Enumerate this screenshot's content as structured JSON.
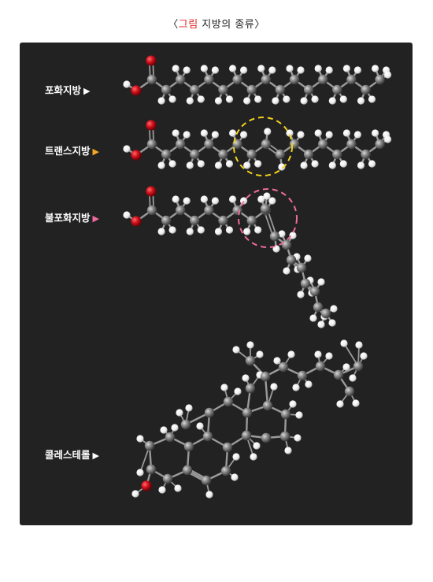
{
  "caption": {
    "open": "〈",
    "highlight": "그림",
    "rest": " 지방의 종류",
    "close": "〉"
  },
  "labels": [
    {
      "text": "포화지방",
      "arrow": "▶",
      "arrow_color": "#ffffff"
    },
    {
      "text": "트랜스지방",
      "arrow": "▶",
      "arrow_color": "#f5a623"
    },
    {
      "text": "불포화지방",
      "arrow": "▶",
      "arrow_color": "#f06b9e"
    },
    {
      "text": "콜레스테롤",
      "arrow": "▶",
      "arrow_color": "#ffffff"
    }
  ],
  "colors": {
    "panel": "#222222",
    "carbon": "#8a8a8a",
    "hydrogen": "#f2f2f2",
    "oxygen": "#d0101a",
    "trans_highlight": "#f2d31b",
    "cis_highlight": "#f06b9e"
  }
}
